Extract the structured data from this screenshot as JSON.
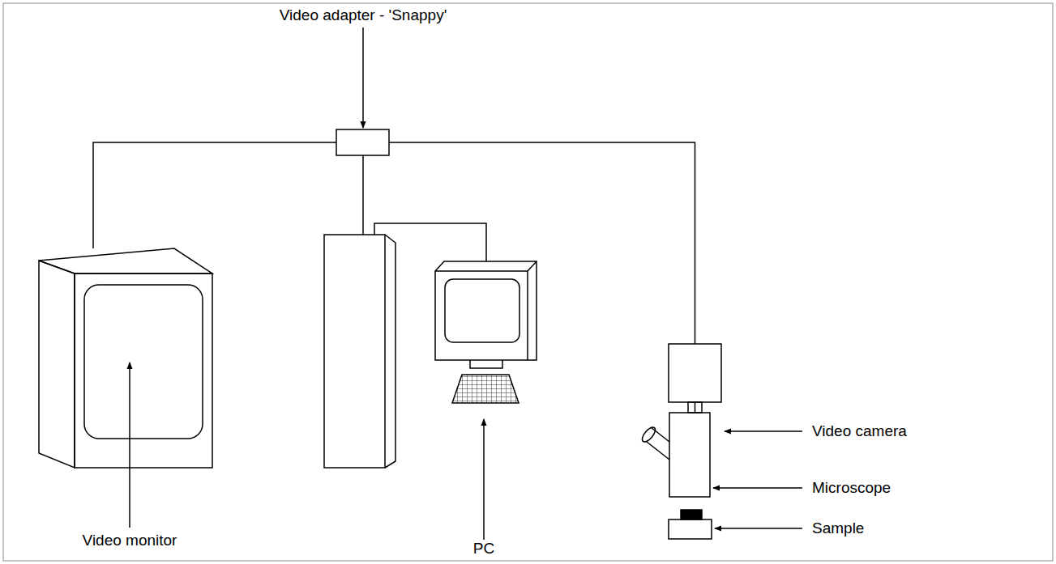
{
  "diagram": {
    "nodes": [
      {
        "text": [
          "Video adapter - 'Snappy'"
        ]
      },
      {
        "text": [
          "Video monitor"
        ]
      },
      {
        "text": [
          "PC"
        ]
      },
      {
        "text": [
          "Video camera"
        ]
      },
      {
        "text": [
          "Microscope"
        ]
      },
      {
        "text": [
          "Sample"
        ]
      }
    ],
    "edges": [
      {
        "from": 0,
        "to": 1,
        "arrow": "none"
      },
      {
        "from": 0,
        "to": 2,
        "arrow": "none"
      },
      {
        "from": 0,
        "to": 3,
        "arrow": "none"
      },
      {
        "from": 3,
        "to": 4,
        "arrow": "none"
      }
    ]
  }
}
